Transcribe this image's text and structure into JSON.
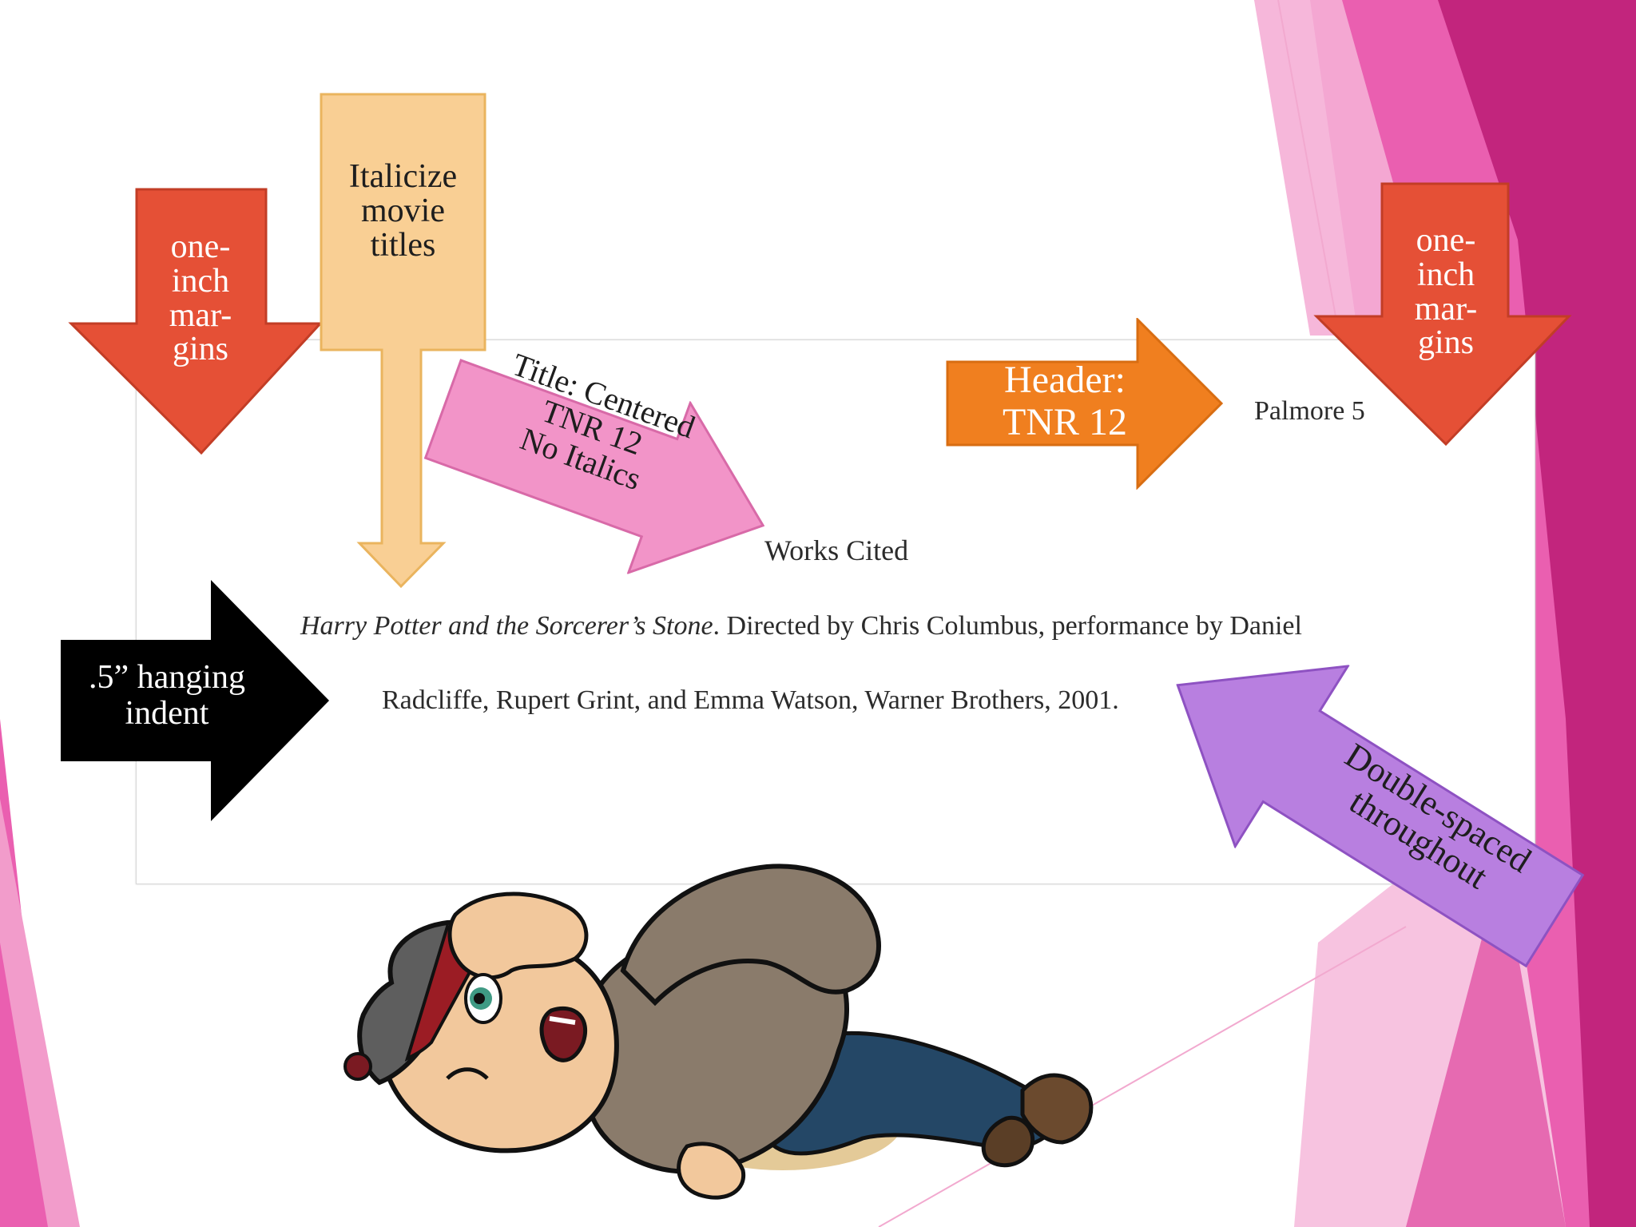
{
  "document": {
    "header_text": "Palmore 5",
    "title_text": "Works Cited",
    "citation_title": "Harry Potter and the Sorcerer’s Stone",
    "citation_line1_rest": ". Directed by Chris Columbus, performance by Daniel",
    "citation_line2": "Radcliffe, Rupert Grint, and Emma Watson, Warner Brothers, 2001."
  },
  "annotations": {
    "left_margin": "one-\ninch\nmar-\ngins",
    "right_margin": "one-\ninch\nmar-\ngins",
    "italicize": "Italicize\nmovie\ntitles",
    "title_note": "Title: Centered\nTNR 12\nNo Italics",
    "header_note": "Header:\nTNR 12",
    "indent_note": ".5” hanging\nindent",
    "spacing_note": "Double-spaced\nthroughout"
  },
  "colors": {
    "magenta_dark": "#c2257d",
    "magenta": "#e04aa0",
    "pink_light": "#f29ccb",
    "red_arrow": "#e55036",
    "orange_arrow": "#f07f1f",
    "peach_arrow": "#f9cf94",
    "pink_arrow": "#f294c8",
    "purple_arrow": "#b87fe0",
    "black_arrow": "#000000"
  },
  "illustration": "bitmoji-character-lying-down-icon"
}
